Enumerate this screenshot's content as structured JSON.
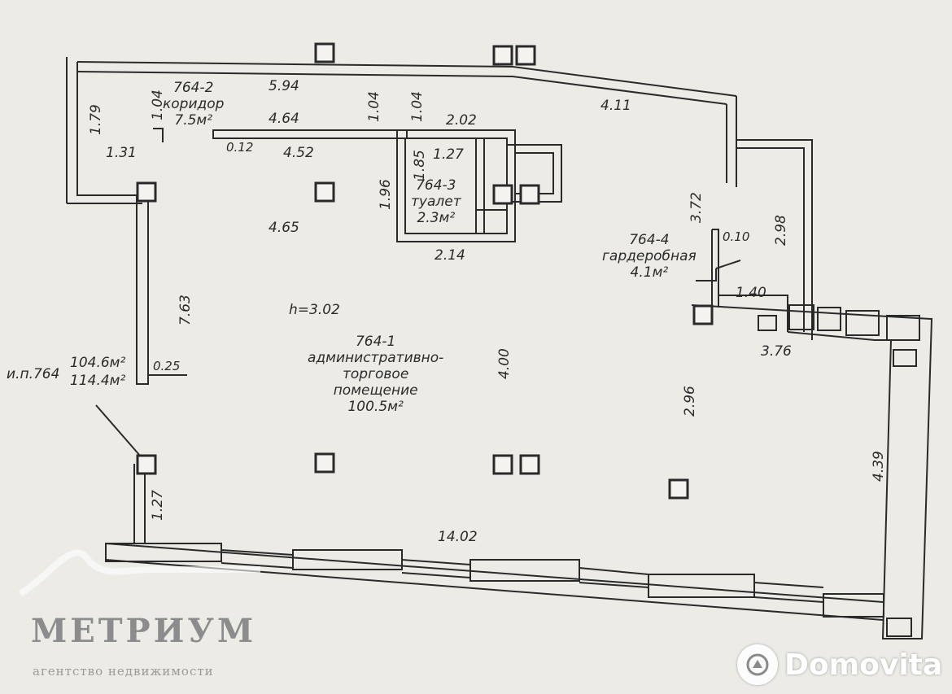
{
  "rooms": {
    "r1": {
      "line1": "764-1",
      "line2": "административно-",
      "line3": "торговое",
      "line4": "помещение",
      "area": "100.5м²"
    },
    "r2": {
      "line1": "764-2",
      "line2": "коридор",
      "area": "7.5м²"
    },
    "r3": {
      "line1": "764-3",
      "line2": "туалет",
      "area": "2.3м²"
    },
    "r4": {
      "line1": "764-4",
      "line2": "гардеробная",
      "area": "4.1м²"
    }
  },
  "unit": {
    "label": "и.п.764",
    "area_main": "104.6м²",
    "area_total": "114.4м²"
  },
  "height": "h=3.02",
  "dimensions": {
    "d594": "5.94",
    "d464": "4.64",
    "d452": "4.52",
    "d012": "0.12",
    "d104a": "1.04",
    "d104b": "1.04",
    "d104c": "1.04",
    "d179": "1.79",
    "d131": "1.31",
    "d202": "2.02",
    "d127a": "1.27",
    "d185": "1.85",
    "d196": "1.96",
    "d214": "2.14",
    "d465": "4.65",
    "d411": "4.11",
    "d372": "3.72",
    "d298": "2.98",
    "d010": "0.10",
    "d140": "1.40",
    "d376": "3.76",
    "d763": "7.63",
    "d025": "0.25",
    "d400": "4.00",
    "d296": "2.96",
    "d439": "4.39",
    "d127b": "1.27",
    "d1402": "14.02"
  },
  "branding": {
    "name": "МЕТРИУМ",
    "tagline": "агентство недвижимости"
  },
  "watermark": {
    "text": "Domovita",
    "icon": "domovita-logo-icon"
  },
  "colors": {
    "paper": "#ecebe6",
    "ink": "#2a2a2a",
    "brand": "#8c8c8c"
  }
}
